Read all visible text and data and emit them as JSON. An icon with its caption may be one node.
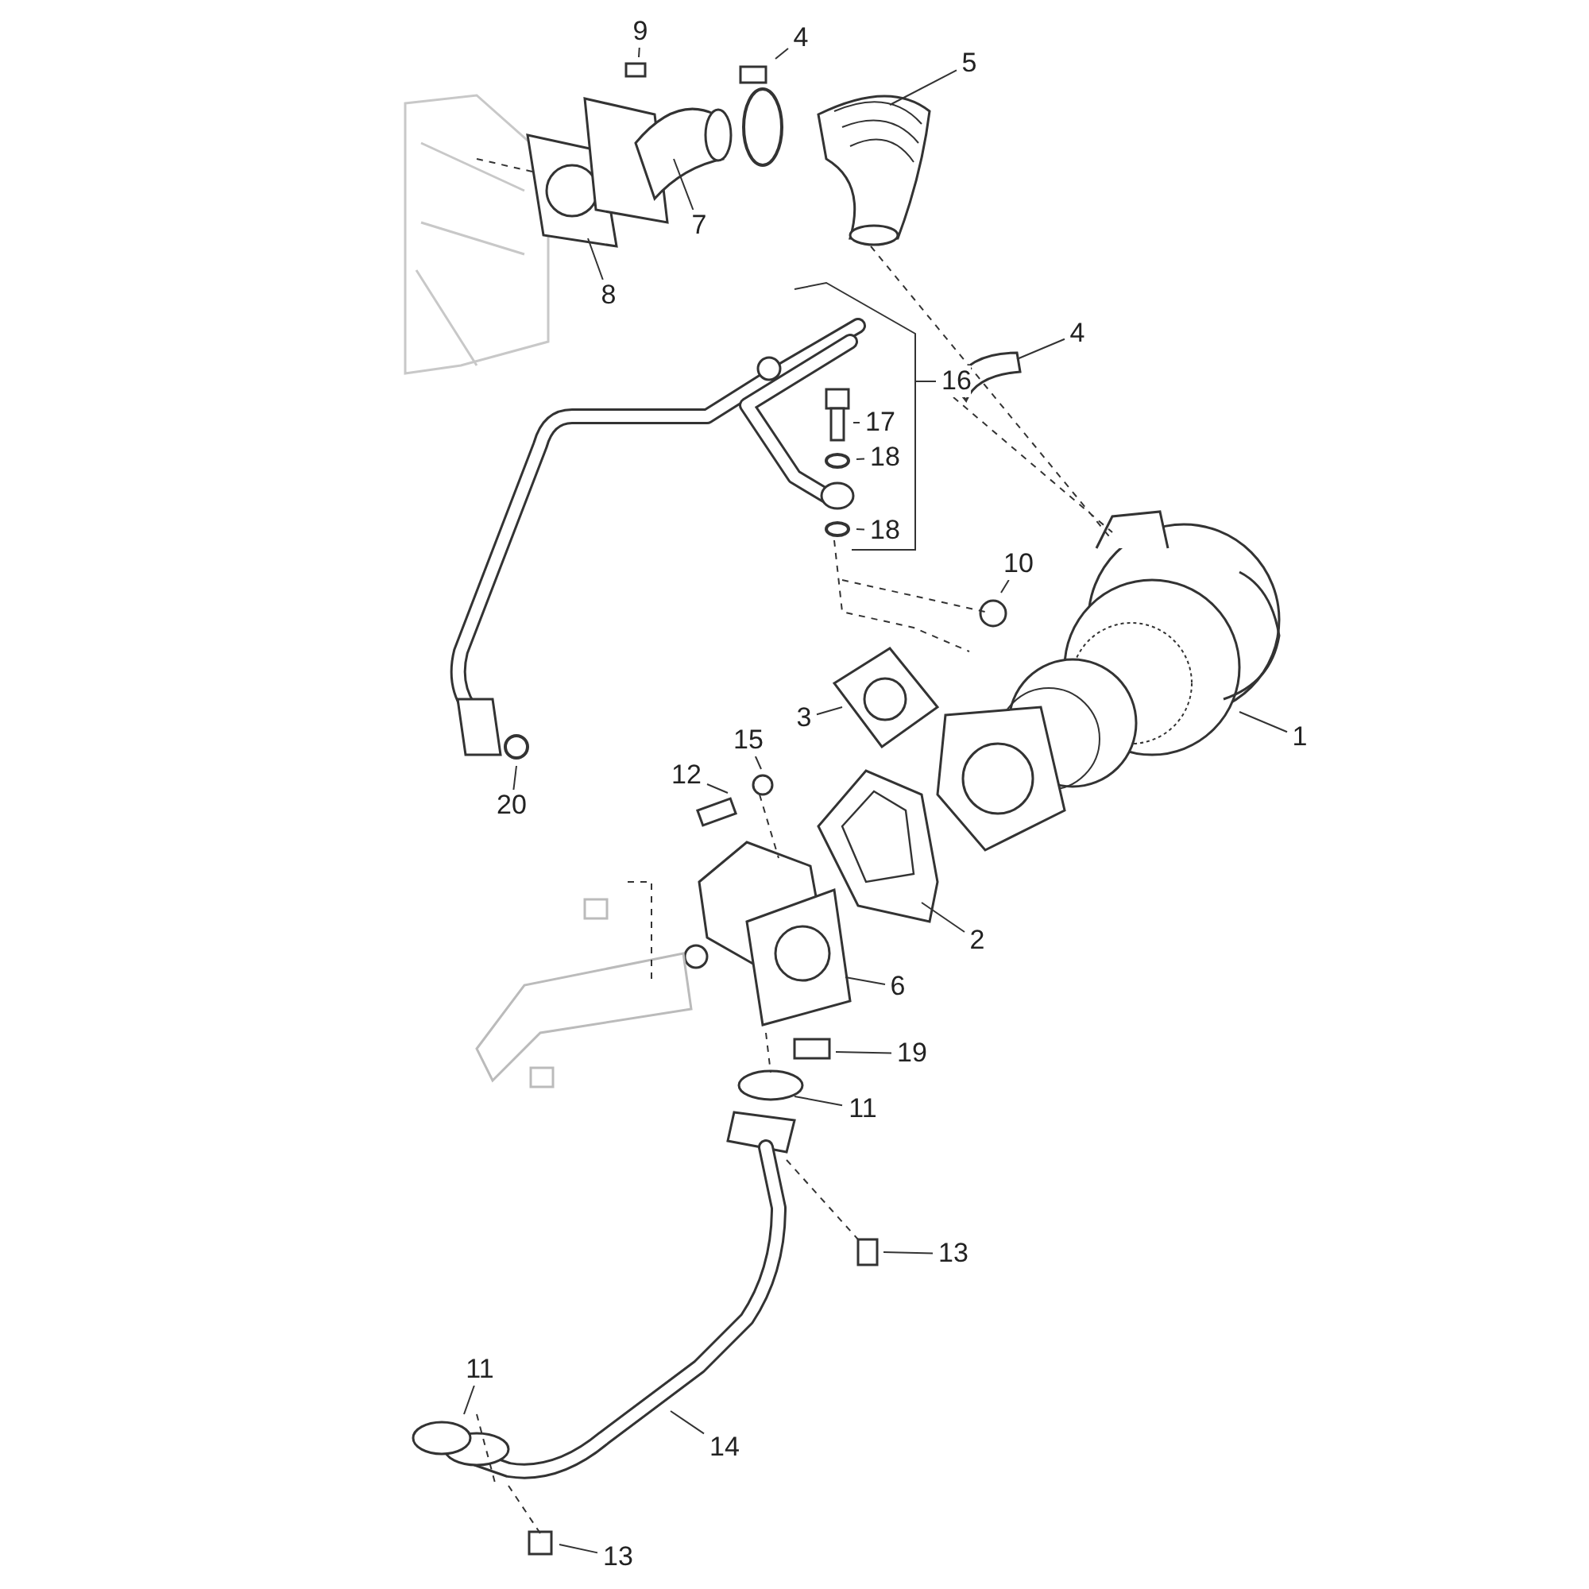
{
  "diagram": {
    "nodes": [
      {
        "text": [
          "9"
        ]
      },
      {
        "text": [
          "4"
        ]
      },
      {
        "text": [
          "5"
        ]
      },
      {
        "text": [
          "7"
        ]
      },
      {
        "text": [
          "8"
        ]
      },
      {
        "text": [
          "4"
        ]
      },
      {
        "text": [
          "16"
        ]
      },
      {
        "text": [
          "17"
        ]
      },
      {
        "text": [
          "18"
        ]
      },
      {
        "text": [
          "18"
        ]
      },
      {
        "text": [
          "10"
        ]
      },
      {
        "text": [
          "3"
        ]
      },
      {
        "text": [
          "1"
        ]
      },
      {
        "text": [
          "15"
        ]
      },
      {
        "text": [
          "12"
        ]
      },
      {
        "text": [
          "20"
        ]
      },
      {
        "text": [
          "2"
        ]
      },
      {
        "text": [
          "6"
        ]
      },
      {
        "text": [
          "19"
        ]
      },
      {
        "text": [
          "11"
        ]
      },
      {
        "text": [
          "13"
        ]
      },
      {
        "text": [
          "11"
        ]
      },
      {
        "text": [
          "14"
        ]
      },
      {
        "text": [
          "13"
        ]
      }
    ],
    "edges": [
      {
        "from": 0,
        "to": null,
        "arrow": "none"
      },
      {
        "from": 1,
        "to": null,
        "arrow": "none"
      },
      {
        "from": 2,
        "to": null,
        "arrow": "none"
      },
      {
        "from": 3,
        "to": null,
        "arrow": "none"
      },
      {
        "from": 4,
        "to": null,
        "arrow": "none"
      },
      {
        "from": 5,
        "to": null,
        "arrow": "none"
      },
      {
        "from": 6,
        "to": null,
        "arrow": "none"
      },
      {
        "from": 7,
        "to": null,
        "arrow": "none"
      },
      {
        "from": 8,
        "to": null,
        "arrow": "none"
      },
      {
        "from": 9,
        "to": null,
        "arrow": "none"
      },
      {
        "from": 10,
        "to": null,
        "arrow": "none"
      },
      {
        "from": 11,
        "to": null,
        "arrow": "none"
      },
      {
        "from": 12,
        "to": null,
        "arrow": "none"
      },
      {
        "from": 13,
        "to": null,
        "arrow": "none"
      },
      {
        "from": 14,
        "to": null,
        "arrow": "none"
      },
      {
        "from": 15,
        "to": null,
        "arrow": "none"
      },
      {
        "from": 16,
        "to": null,
        "arrow": "none"
      },
      {
        "from": 17,
        "to": null,
        "arrow": "none"
      },
      {
        "from": 18,
        "to": null,
        "arrow": "none"
      },
      {
        "from": 19,
        "to": null,
        "arrow": "none"
      },
      {
        "from": 20,
        "to": null,
        "arrow": "none"
      },
      {
        "from": 21,
        "to": null,
        "arrow": "none"
      },
      {
        "from": 22,
        "to": null,
        "arrow": "none"
      },
      {
        "from": 23,
        "to": null,
        "arrow": "none"
      }
    ]
  }
}
